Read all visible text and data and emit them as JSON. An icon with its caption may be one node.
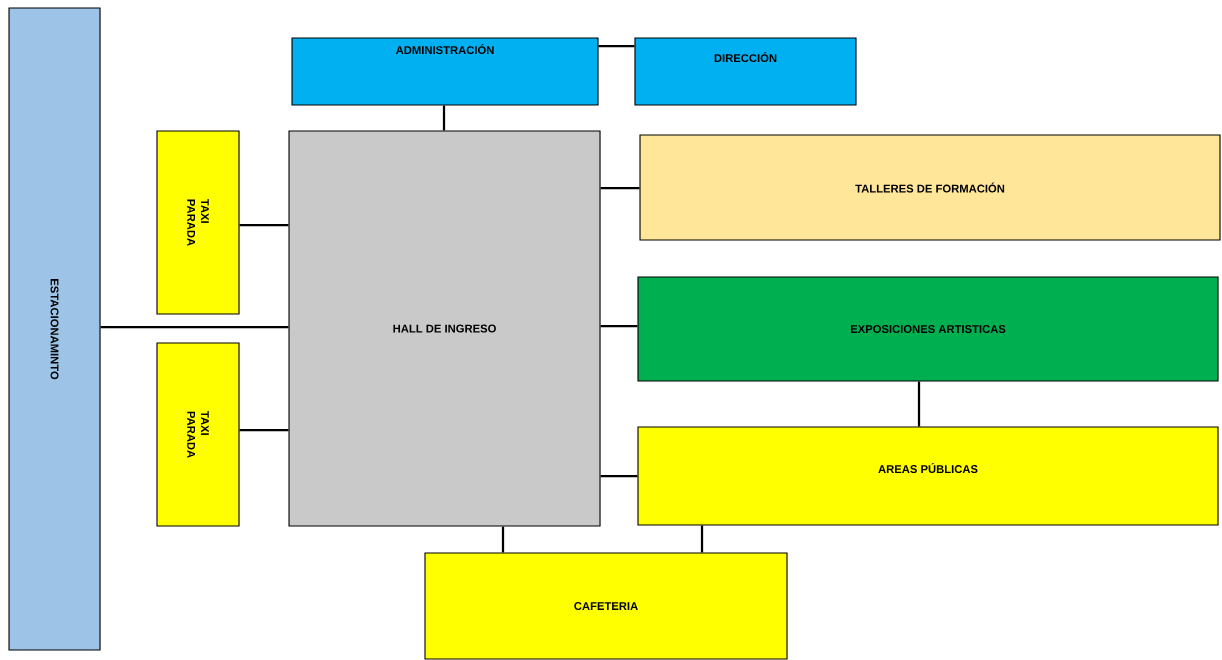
{
  "diagram": {
    "nodes": [
      {
        "text": [
          "ESTACIONAMINTO"
        ]
      },
      {
        "text": [
          "PARADA",
          "TAXI"
        ]
      },
      {
        "text": [
          "PARADA",
          "TAXI"
        ]
      },
      {
        "text": [
          "ADMINISTRACIÓN"
        ]
      },
      {
        "text": [
          "DIRECCIÓN"
        ]
      },
      {
        "text": [
          "HALL DE INGRESO"
        ]
      },
      {
        "text": [
          "TALLERES DE FORMACIÓN"
        ]
      },
      {
        "text": [
          "EXPOSICIONES ARTISTICAS"
        ]
      },
      {
        "text": [
          "AREAS PÚBLICAS"
        ]
      },
      {
        "text": [
          "CAFETERIA"
        ]
      }
    ],
    "edges": [
      {
        "from": 0,
        "to": 5,
        "arrow": "none"
      },
      {
        "from": 1,
        "to": 5,
        "arrow": "none"
      },
      {
        "from": 2,
        "to": 5,
        "arrow": "none"
      },
      {
        "from": 3,
        "to": 4,
        "arrow": "none"
      },
      {
        "from": 3,
        "to": 5,
        "arrow": "none"
      },
      {
        "from": 5,
        "to": 6,
        "arrow": "none"
      },
      {
        "from": 5,
        "to": 7,
        "arrow": "none"
      },
      {
        "from": 5,
        "to": 8,
        "arrow": "none"
      },
      {
        "from": 7,
        "to": 8,
        "arrow": "none"
      },
      {
        "from": 5,
        "to": 9,
        "arrow": "none"
      },
      {
        "from": 8,
        "to": 9,
        "arrow": "none"
      }
    ]
  }
}
